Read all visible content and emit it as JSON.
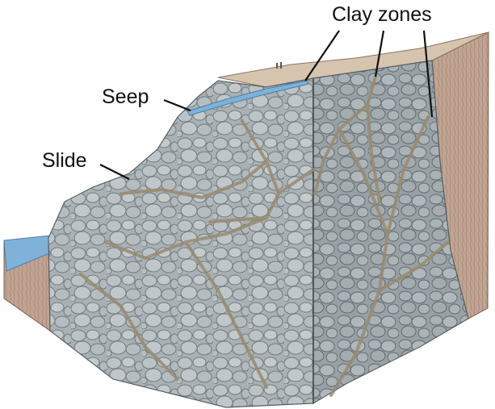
{
  "labels": {
    "clay_zones": "Clay zones",
    "seep": "Seep",
    "slide": "Slide"
  },
  "colors": {
    "boulder_fill": "#b9c0c3",
    "boulder_stroke": "#6f7b80",
    "clay": "#9a8a6e",
    "soil": "#c9b29a",
    "water": "#7fb2d9",
    "bedrock": "#b89a88"
  }
}
